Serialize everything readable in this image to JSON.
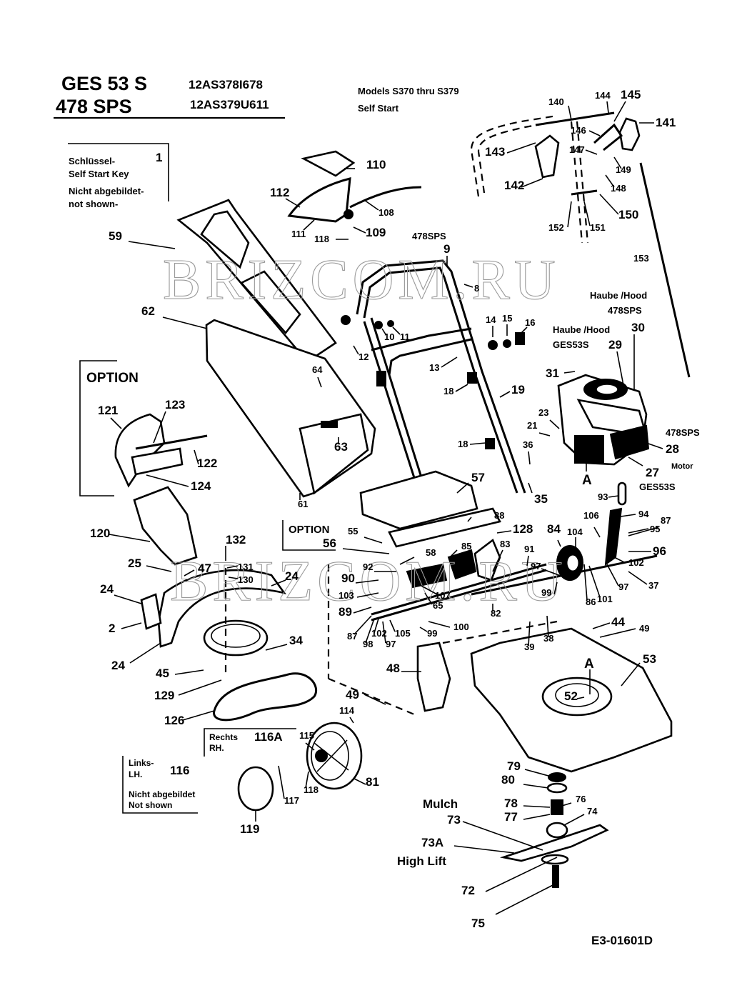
{
  "header": {
    "model_1": "GES 53 S",
    "model_2": "478 SPS",
    "part_no_1": "12AS378I678",
    "part_no_2": "12AS379U611",
    "models_range": "Models S370  thru  S379",
    "self_start": "Self Start"
  },
  "key_box": {
    "number": "1",
    "line1": "Schlüssel-",
    "line2": "Self Start Key",
    "line3": "Nicht abgebildet-",
    "line4": "not shown-"
  },
  "option_box_1": {
    "title": "OPTION"
  },
  "option_box_2": {
    "title": "OPTION"
  },
  "wheel_rh_box": {
    "line1": "Rechts",
    "line2": "RH.",
    "number": "116A"
  },
  "wheel_lh_box": {
    "line1": "Links-",
    "line2": "LH.",
    "number": "116",
    "line3": "Nicht abgebildet",
    "line4": "Not shown"
  },
  "engine_notes": {
    "hood_478": "Haube /Hood",
    "hood_478_model": "478SPS",
    "hood_ges": "Haube /Hood",
    "hood_ges_model": "GES53S",
    "engine_478": "478SPS",
    "motor": "Motor",
    "engine_ges": "GES53S",
    "handle_478": "478SPS",
    "ref_a": "A",
    "ref_a2": "A"
  },
  "blade_notes": {
    "mulch": "Mulch",
    "high_lift": "High Lift"
  },
  "footer": {
    "drawing_no": "E3-01601D"
  },
  "watermark": "BRIZCOM.RU",
  "callouts": [
    {
      "id": "c110",
      "text": "110"
    },
    {
      "id": "c112",
      "text": "112"
    },
    {
      "id": "c108",
      "text": "108"
    },
    {
      "id": "c111",
      "text": "111"
    },
    {
      "id": "c118",
      "text": "118"
    },
    {
      "id": "c109",
      "text": "109"
    },
    {
      "id": "c59",
      "text": "59"
    },
    {
      "id": "c62",
      "text": "62"
    },
    {
      "id": "c9",
      "text": "9"
    },
    {
      "id": "c8",
      "text": "8"
    },
    {
      "id": "c10",
      "text": "10"
    },
    {
      "id": "c11",
      "text": "11"
    },
    {
      "id": "c12",
      "text": "12"
    },
    {
      "id": "c13",
      "text": "13"
    },
    {
      "id": "c14",
      "text": "14"
    },
    {
      "id": "c15",
      "text": "15"
    },
    {
      "id": "c16",
      "text": "16"
    },
    {
      "id": "c18a",
      "text": "18"
    },
    {
      "id": "c18b",
      "text": "18"
    },
    {
      "id": "c19",
      "text": "19"
    },
    {
      "id": "c64",
      "text": "64"
    },
    {
      "id": "c63",
      "text": "63"
    },
    {
      "id": "c61",
      "text": "61"
    },
    {
      "id": "c57",
      "text": "57"
    },
    {
      "id": "c121",
      "text": "121"
    },
    {
      "id": "c123",
      "text": "123"
    },
    {
      "id": "c122",
      "text": "122"
    },
    {
      "id": "c124",
      "text": "124"
    },
    {
      "id": "c120",
      "text": "120"
    },
    {
      "id": "c25",
      "text": "25"
    },
    {
      "id": "c47",
      "text": "47"
    },
    {
      "id": "c132",
      "text": "132"
    },
    {
      "id": "c131",
      "text": "131"
    },
    {
      "id": "c130",
      "text": "130"
    },
    {
      "id": "c24a",
      "text": "24"
    },
    {
      "id": "c24b",
      "text": "24"
    },
    {
      "id": "c24c",
      "text": "24"
    },
    {
      "id": "c2",
      "text": "2"
    },
    {
      "id": "c34",
      "text": "34"
    },
    {
      "id": "c45",
      "text": "45"
    },
    {
      "id": "c129",
      "text": "129"
    },
    {
      "id": "c126",
      "text": "126"
    },
    {
      "id": "c115",
      "text": "115"
    },
    {
      "id": "c114",
      "text": "114"
    },
    {
      "id": "c117",
      "text": "117"
    },
    {
      "id": "c118b",
      "text": "118"
    },
    {
      "id": "c81",
      "text": "81"
    },
    {
      "id": "c119",
      "text": "119"
    },
    {
      "id": "c140",
      "text": "140"
    },
    {
      "id": "c144",
      "text": "144"
    },
    {
      "id": "c145",
      "text": "145"
    },
    {
      "id": "c141",
      "text": "141"
    },
    {
      "id": "c146",
      "text": "146"
    },
    {
      "id": "c143",
      "text": "143"
    },
    {
      "id": "c147",
      "text": "147"
    },
    {
      "id": "c149",
      "text": "149"
    },
    {
      "id": "c148",
      "text": "148"
    },
    {
      "id": "c142",
      "text": "142"
    },
    {
      "id": "c150",
      "text": "150"
    },
    {
      "id": "c152",
      "text": "152"
    },
    {
      "id": "c151",
      "text": "151"
    },
    {
      "id": "c153",
      "text": "153"
    },
    {
      "id": "c30",
      "text": "30"
    },
    {
      "id": "c29",
      "text": "29"
    },
    {
      "id": "c31",
      "text": "31"
    },
    {
      "id": "c23",
      "text": "23"
    },
    {
      "id": "c21",
      "text": "21"
    },
    {
      "id": "c28",
      "text": "28"
    },
    {
      "id": "c27",
      "text": "27"
    },
    {
      "id": "c36",
      "text": "36"
    },
    {
      "id": "c35",
      "text": "35"
    },
    {
      "id": "c55",
      "text": "55"
    },
    {
      "id": "c56",
      "text": "56"
    },
    {
      "id": "c88",
      "text": "88"
    },
    {
      "id": "c128",
      "text": "128"
    },
    {
      "id": "c58",
      "text": "58"
    },
    {
      "id": "c85",
      "text": "85"
    },
    {
      "id": "c83",
      "text": "83"
    },
    {
      "id": "c84",
      "text": "84"
    },
    {
      "id": "c104",
      "text": "104"
    },
    {
      "id": "c106a",
      "text": "106"
    },
    {
      "id": "c93",
      "text": "93"
    },
    {
      "id": "c94",
      "text": "94"
    },
    {
      "id": "c95",
      "text": "95"
    },
    {
      "id": "c87a",
      "text": "87"
    },
    {
      "id": "c96",
      "text": "96"
    },
    {
      "id": "c102a",
      "text": "102"
    },
    {
      "id": "c97a",
      "text": "97"
    },
    {
      "id": "c37",
      "text": "37"
    },
    {
      "id": "c91",
      "text": "91"
    },
    {
      "id": "c97b",
      "text": "97"
    },
    {
      "id": "c99a",
      "text": "99"
    },
    {
      "id": "c86",
      "text": "86"
    },
    {
      "id": "c101",
      "text": "101"
    },
    {
      "id": "c92",
      "text": "92"
    },
    {
      "id": "c90",
      "text": "90"
    },
    {
      "id": "c103",
      "text": "103"
    },
    {
      "id": "c107",
      "text": "107"
    },
    {
      "id": "c65",
      "text": "65"
    },
    {
      "id": "c82",
      "text": "82"
    },
    {
      "id": "c89",
      "text": "89"
    },
    {
      "id": "c100",
      "text": "100"
    },
    {
      "id": "c87b",
      "text": "87"
    },
    {
      "id": "c98",
      "text": "98"
    },
    {
      "id": "c102b",
      "text": "102"
    },
    {
      "id": "c97c",
      "text": "97"
    },
    {
      "id": "c105",
      "text": "105"
    },
    {
      "id": "c99b",
      "text": "99"
    },
    {
      "id": "c44",
      "text": "44"
    },
    {
      "id": "c49a",
      "text": "49"
    },
    {
      "id": "c39",
      "text": "39"
    },
    {
      "id": "c38",
      "text": "38"
    },
    {
      "id": "c53",
      "text": "53"
    },
    {
      "id": "c52",
      "text": "52"
    },
    {
      "id": "c48",
      "text": "48"
    },
    {
      "id": "c49b",
      "text": "49"
    },
    {
      "id": "c79",
      "text": "79"
    },
    {
      "id": "c80",
      "text": "80"
    },
    {
      "id": "c78a",
      "text": "78"
    },
    {
      "id": "c76",
      "text": "76"
    },
    {
      "id": "c77",
      "text": "77"
    },
    {
      "id": "c74",
      "text": "74"
    },
    {
      "id": "c73",
      "text": "73"
    },
    {
      "id": "c73A",
      "text": "73A"
    },
    {
      "id": "c72",
      "text": "72"
    },
    {
      "id": "c75",
      "text": "75"
    }
  ]
}
